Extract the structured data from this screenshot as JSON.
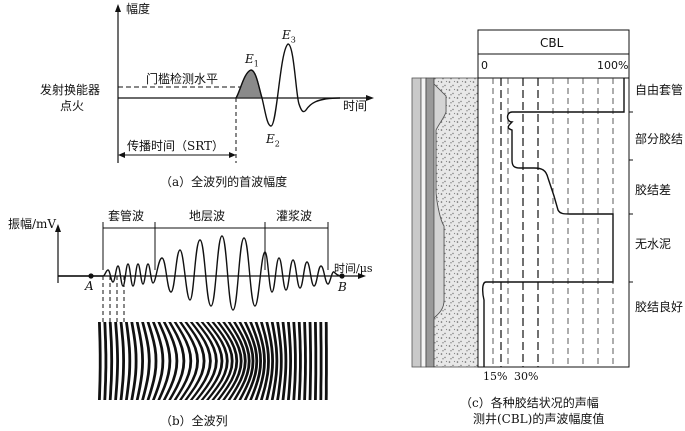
{
  "panel_a": {
    "y_axis_label": "幅度",
    "ignition_label_1": "发射换能器",
    "ignition_label_2": "点火",
    "threshold_label": "门槛检测水平",
    "time_label": "时间",
    "srt_label": "传播时间（SRT）",
    "peak_e1": "E",
    "peak_e1_sub": "1",
    "peak_e2": "E",
    "peak_e2_sub": "2",
    "peak_e3": "E",
    "peak_e3_sub": "3",
    "caption": "（a）全波列的首波幅度"
  },
  "panel_b": {
    "y_axis_label": "振幅/mV",
    "x_axis_label": "时间/μs",
    "point_a": "A",
    "point_b": "B",
    "casing_wave": "套管波",
    "formation_wave": "地层波",
    "grout_wave": "灌浆波",
    "caption": "（b）全波列"
  },
  "panel_c": {
    "header": "CBL",
    "scale_min": "0",
    "scale_max": "100%",
    "tick_15": "15%",
    "tick_30": "30%",
    "zones": [
      "自由套管",
      "部分胶结",
      "胶结差",
      "无水泥",
      "胶结良好"
    ],
    "caption_line1": "（c）各种胶结状况的声幅",
    "caption_line2": "测井(CBL)的声波幅度值"
  }
}
